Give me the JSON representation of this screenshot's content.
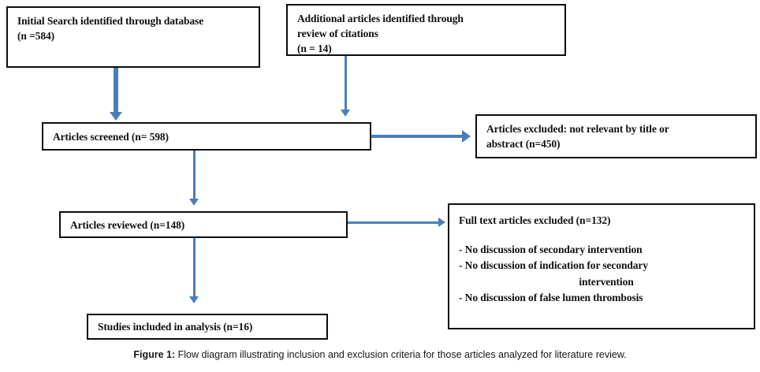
{
  "figure": {
    "caption_label": "Figure 1:",
    "caption_text": " Flow diagram illustrating inclusion and exclusion criteria for those articles analyzed for literature review.",
    "accent_color": "#4A7EBB",
    "border_color": "#0d0d0d",
    "background_color": "#ffffff"
  },
  "boxes": {
    "initial_search": {
      "line1": "Initial Search identified through database",
      "line2": "(n =584)"
    },
    "additional_articles": {
      "line1": "Additional articles identified through",
      "line2": "review of citations",
      "line3": "(n = 14)"
    },
    "articles_screened": {
      "line1": "Articles screened (n= 598)"
    },
    "articles_excluded": {
      "line1": "Articles excluded: not relevant by title or",
      "line2": "abstract (n=450)"
    },
    "articles_reviewed": {
      "line1": "Articles reviewed (n=148)"
    },
    "fulltext_excluded": {
      "heading": "Full text articles excluded (n=132)",
      "bullet1": "- No discussion of secondary intervention",
      "bullet2": "- No discussion of indication for secondary",
      "bullet2_cont": "intervention",
      "bullet3": "- No discussion of false lumen thrombosis"
    },
    "studies_included": {
      "line1": "Studies included in analysis (n=16)"
    }
  },
  "chart_data": {
    "type": "diagram",
    "title": "Flow diagram illustrating inclusion and exclusion criteria for those articles analyzed for literature review.",
    "nodes": [
      {
        "id": "initial_search",
        "label": "Initial Search identified through database (n =584)",
        "n": 584
      },
      {
        "id": "additional_articles",
        "label": "Additional articles identified through review of citations (n = 14)",
        "n": 14
      },
      {
        "id": "articles_screened",
        "label": "Articles screened (n= 598)",
        "n": 598
      },
      {
        "id": "articles_excluded",
        "label": "Articles excluded: not relevant by title or abstract (n=450)",
        "n": 450
      },
      {
        "id": "articles_reviewed",
        "label": "Articles reviewed (n=148)",
        "n": 148
      },
      {
        "id": "fulltext_excluded",
        "label": "Full text articles excluded (n=132)",
        "n": 132
      },
      {
        "id": "studies_included",
        "label": "Studies included in analysis (n=16)",
        "n": 16
      }
    ],
    "edges": [
      {
        "from": "initial_search",
        "to": "articles_screened",
        "direction": "down"
      },
      {
        "from": "additional_articles",
        "to": "articles_screened",
        "direction": "down"
      },
      {
        "from": "articles_screened",
        "to": "articles_excluded",
        "direction": "right"
      },
      {
        "from": "articles_screened",
        "to": "articles_reviewed",
        "direction": "down"
      },
      {
        "from": "articles_reviewed",
        "to": "fulltext_excluded",
        "direction": "right"
      },
      {
        "from": "articles_reviewed",
        "to": "studies_included",
        "direction": "down"
      }
    ]
  }
}
